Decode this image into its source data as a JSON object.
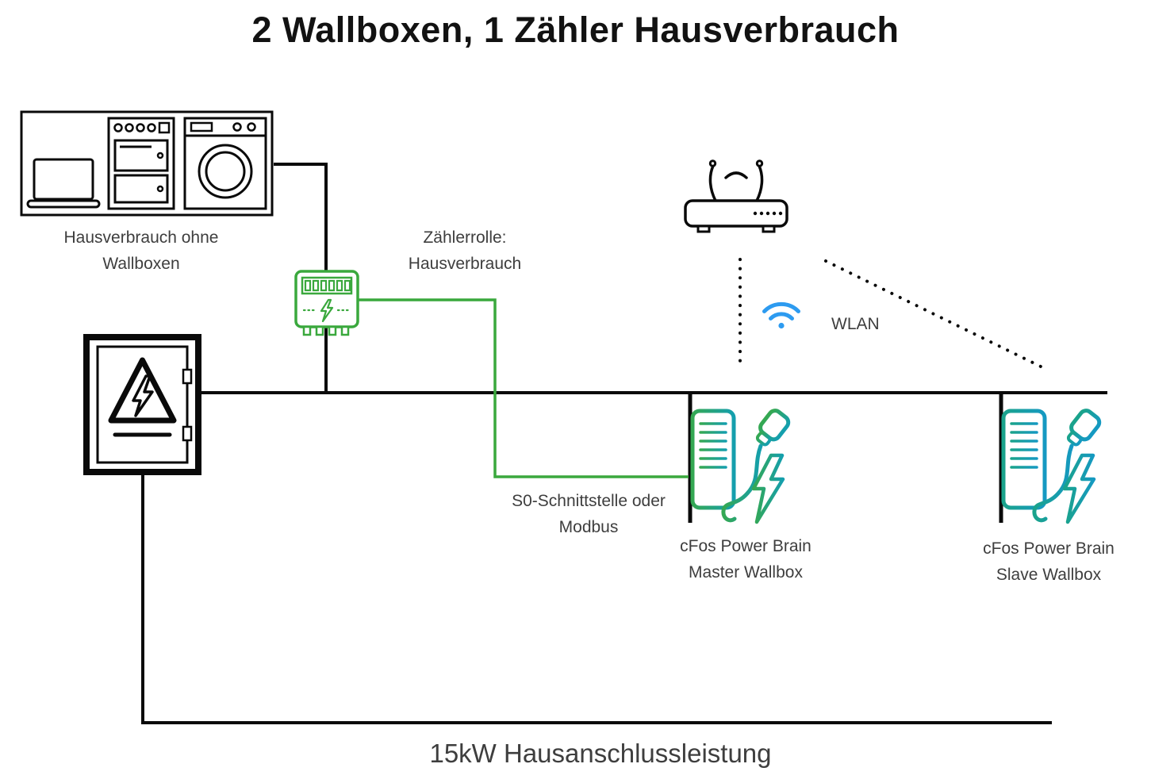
{
  "title": "2 Wallboxen, 1 Zähler Hausverbrauch",
  "labels": {
    "household_appliances": "Hausverbrauch ohne Wallboxen",
    "meter_role": "Zählerrolle: Hausverbrauch",
    "wlan": "WLAN",
    "s0_interface": "S0-Schnittstelle oder Modbus",
    "master_wallbox": "cFos Power Brain Master Wallbox",
    "slave_wallbox": "cFos Power Brain Slave Wallbox",
    "house_connection": "15kW Hausanschlussleistung"
  },
  "icons": {
    "household": "appliances-icon",
    "meter": "energy-meter-icon",
    "router": "router-icon",
    "wifi": "wifi-icon",
    "distribution": "fuse-box-icon",
    "master": "wallbox-master-icon",
    "slave": "wallbox-slave-icon"
  },
  "colors": {
    "line_black": "#0a0a0a",
    "meter_green": "#3aa83d",
    "wifi_blue": "#2d9bf0",
    "wallbox_master_start": "#35a852",
    "wallbox_master_end": "#149fae",
    "wallbox_slave_start": "#1aa38b",
    "wallbox_slave_end": "#1599c2",
    "text_gray": "#3e3e3e",
    "title_black": "#121212"
  }
}
